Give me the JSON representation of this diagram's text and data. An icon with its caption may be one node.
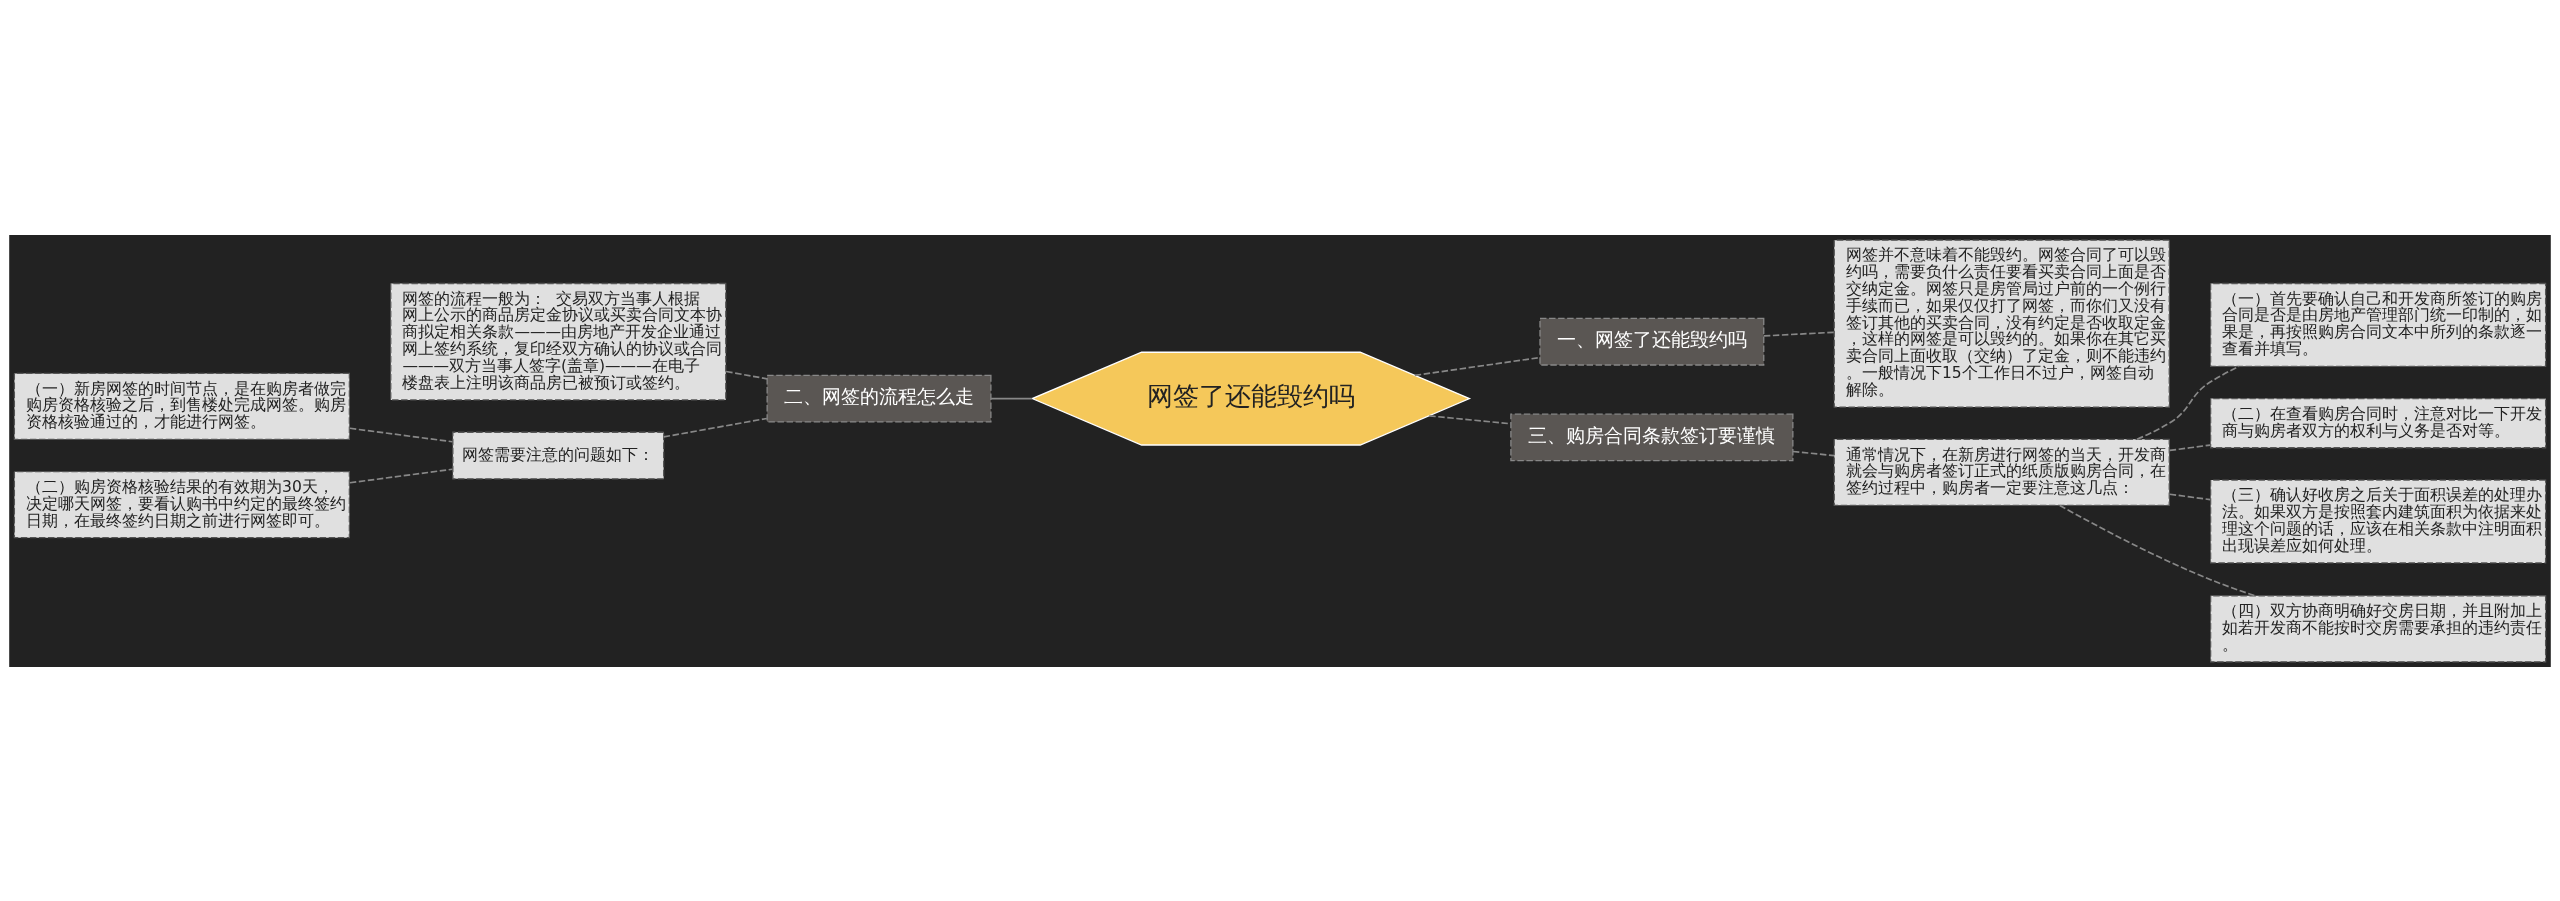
{
  "diagram": {
    "nodes": [
      {
        "text": [
          "网签了还能毁约吗"
        ]
      },
      {
        "text": [
          "一、网签了还能毁约吗"
        ]
      },
      {
        "text": [
          "网签并不意味着不能毁约。网签合同了可以毁约吗，需要负什么责任要看买卖合同上面是否交纳定金。网签只是房管局过户前的一个例行手续而已，如果仅仅打了网签，而你们又没有签订其他的买卖合同，没有约定是否收取定金，这样的网签是可以毁约的。如果你在其它买卖合同上面收取（交纳）了定金，则不能违约。一般情况下15个工作日不过户，网签自动解除。"
        ]
      },
      {
        "text": [
          "二、网签的流程怎么走"
        ]
      },
      {
        "text": [
          "网签的流程一般为：  交易双方当事人根据网上公示的商品房定金协议或买卖合同文本协商拟定相关条款———由房地产开发企业通过网上签约系统，复印经双方确认的协议或合同———双方当事人签字(盖章)———在电子楼盘表上注明该商品房已被预订或签约。"
        ]
      },
      {
        "text": [
          "网签需要注意的问题如下："
        ]
      },
      {
        "text": [
          "（一）新房网签的时间节点，是在购房者做完购房资格核验之后，到售楼处完成网签。购房资格核验通过的，才能进行网签。"
        ]
      },
      {
        "text": [
          "（二）购房资格核验结果的有效期为30天，决定哪天网签，要看认购书中约定的最终签约日期，在最终签约日期之前进行网签即可。"
        ]
      },
      {
        "text": [
          "三、购房合同条款签订要谨慎"
        ]
      },
      {
        "text": [
          "通常情况下，在新房进行网签的当天，开发商就会与购房者签订正式的纸质版购房合同，在签约过程中，购房者一定要注意这几点："
        ]
      },
      {
        "text": [
          "（一）首先要确认自己和开发商所签订的购房合同是否是由房地产管理部门统一印制的，如果是，再按照购房合同文本中所列的条款逐一查看并填写。"
        ]
      },
      {
        "text": [
          "（二）在查看购房合同时，注意对比一下开发商与购房者双方的权利与义务是否对等。"
        ]
      },
      {
        "text": [
          "（三）确认好收房之后关于面积误差的处理办法。如果双方是按照套内建筑面积为依据来处理这个问题的话，应该在相关条款中注明面积出现误差应如何处理。"
        ]
      },
      {
        "text": [
          "（四）双方协商明确好交房日期，并且附加上如若开发商不能按时交房需要承担的违约责任。"
        ]
      }
    ],
    "edges": [
      {
        "from": 0,
        "to": 1,
        "arrow": "none",
        "style": "dashed"
      },
      {
        "from": 1,
        "to": 2,
        "arrow": "none",
        "style": "dashed"
      },
      {
        "from": 0,
        "to": 3,
        "arrow": "none"
      },
      {
        "from": 3,
        "to": 4,
        "arrow": "none",
        "style": "dashed"
      },
      {
        "from": 3,
        "to": 5,
        "arrow": "none",
        "style": "dashed"
      },
      {
        "from": 5,
        "to": 6,
        "arrow": "none",
        "style": "dashed"
      },
      {
        "from": 5,
        "to": 7,
        "arrow": "none",
        "style": "dashed"
      },
      {
        "from": 0,
        "to": 8,
        "arrow": "none",
        "style": "dashed"
      },
      {
        "from": 8,
        "to": 9,
        "arrow": "none",
        "style": "dashed"
      },
      {
        "from": 9,
        "to": 10,
        "arrow": "none",
        "style": "dashed"
      },
      {
        "from": 9,
        "to": 11,
        "arrow": "none",
        "style": "dashed"
      },
      {
        "from": 9,
        "to": 12,
        "arrow": "none",
        "style": "dashed"
      },
      {
        "from": 9,
        "to": 13,
        "arrow": "none",
        "style": "dashed"
      }
    ]
  }
}
